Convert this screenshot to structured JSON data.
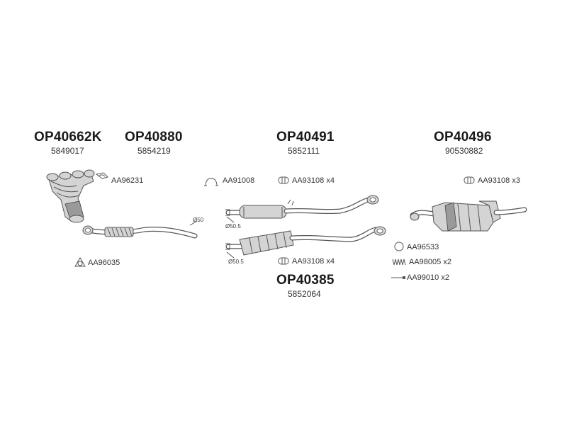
{
  "assemblies": [
    {
      "code": "OP40662K",
      "oem": "5849017"
    },
    {
      "code": "OP40880",
      "oem": "5854219"
    },
    {
      "code": "OP40491",
      "oem": "5852111"
    },
    {
      "code": "OP40496",
      "oem": "90530882"
    },
    {
      "code": "OP40385",
      "oem": "5852064"
    }
  ],
  "parts": [
    {
      "label": "AA96231"
    },
    {
      "label": "AA96035"
    },
    {
      "label": "AA91008"
    },
    {
      "label": "AA93108 x4"
    },
    {
      "label": "AA93108 x4"
    },
    {
      "label": "AA93108 x3"
    },
    {
      "label": "AA96533"
    },
    {
      "label": "AA98005 x2"
    },
    {
      "label": "AA99010 x2"
    }
  ],
  "dimensions": [
    {
      "label": "Ø50"
    },
    {
      "label": "Ø50.5"
    },
    {
      "label": "Ø50.5"
    }
  ],
  "colors": {
    "line": "#555555",
    "body": "#d4d4d4",
    "text": "#222222"
  }
}
